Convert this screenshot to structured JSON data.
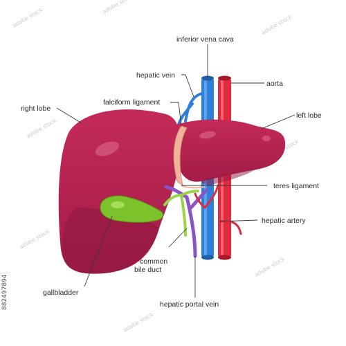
{
  "labels": {
    "inferior_vena_cava": "inferior vena cava",
    "hepatic_vein": "hepatic vein",
    "aorta": "aorta",
    "falciform_ligament": "falciform ligament",
    "right_lobe": "right lobe",
    "left_lobe": "left lobe",
    "teres_ligament": "teres ligament",
    "hepatic_artery": "hepatic artery",
    "common_bile_duct_line1": "common",
    "common_bile_duct_line2": "bile duct",
    "gallbladder": "gallbladder",
    "hepatic_portal_vein": "hepatic portal vein"
  },
  "stock_id": "882497894",
  "colors": {
    "liver": "#b8214f",
    "liver_dark": "#8e1840",
    "liver_highlight": "#d45a7e",
    "vena_cava": "#2f7fd8",
    "aorta": "#e02b3f",
    "gallbladder": "#7cc22b",
    "bile_duct": "#9bd34a",
    "portal_vein": "#8a54c8",
    "falciform": "#f2b39c",
    "label_text": "#2b2b2b"
  }
}
